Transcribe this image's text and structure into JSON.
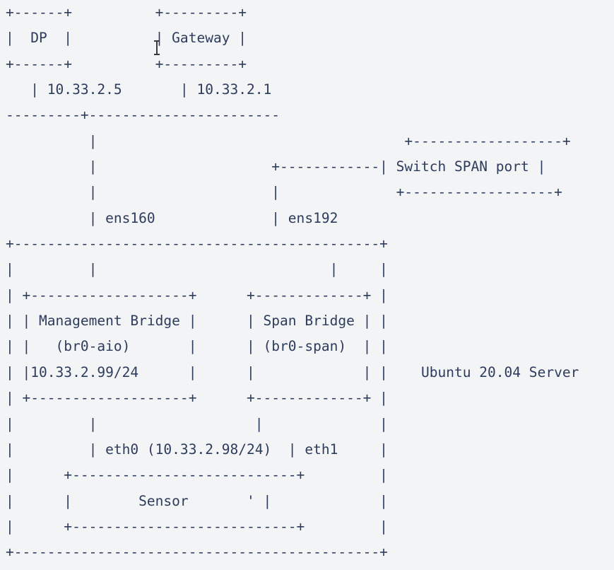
{
  "page": {
    "background_color": "#f3f4f6",
    "text_color": "#2d3c5c"
  },
  "diagram": {
    "lines": [
      "+------+          +---------+",
      "|  DP  |          | Gateway |",
      "+------+          +---------+",
      "   | 10.33.2.5       | 10.33.2.1",
      "---------+-----------------------",
      "          |                                     +------------------+",
      "          |                     +------------| Switch SPAN port |",
      "          |                     |              +------------------+",
      "          | ens160              | ens192",
      "+--------------------------------------------+",
      "|         |                            |     |",
      "| +-------------------+      +-------------+ |",
      "| | Management Bridge |      | Span Bridge | |",
      "| |   (br0-aio)       |      | (br0-span)  | |",
      "| |10.33.2.99/24      |      |             | |    Ubuntu 20.04 Server",
      "| +-------------------+      +-------------+ |",
      "|         |                   |              |",
      "|         | eth0 (10.33.2.98/24)  | eth1     |",
      "|      +---------------------------+         |",
      "|      |        Sensor       ' |             |",
      "|      +---------------------------+         |",
      "+--------------------------------------------+"
    ],
    "nodes": {
      "dp": {
        "label": "DP",
        "ip": "10.33.2.5"
      },
      "gateway": {
        "label": "Gateway",
        "ip": "10.33.2.1"
      },
      "switch_span_port": {
        "label": "Switch SPAN port"
      },
      "server": {
        "label": "Ubuntu 20.04 Server",
        "interfaces": [
          "ens160",
          "ens192"
        ]
      },
      "management_bridge": {
        "label": "Management Bridge",
        "bridge": "(br0-aio)",
        "ip": "10.33.2.99/24"
      },
      "span_bridge": {
        "label": "Span Bridge",
        "bridge": "(br0-span)"
      },
      "sensor": {
        "label": "Sensor",
        "interfaces": [
          "eth0 (10.33.2.98/24)",
          "eth1"
        ]
      }
    }
  },
  "cursor": {
    "type": "text-ibeam"
  }
}
